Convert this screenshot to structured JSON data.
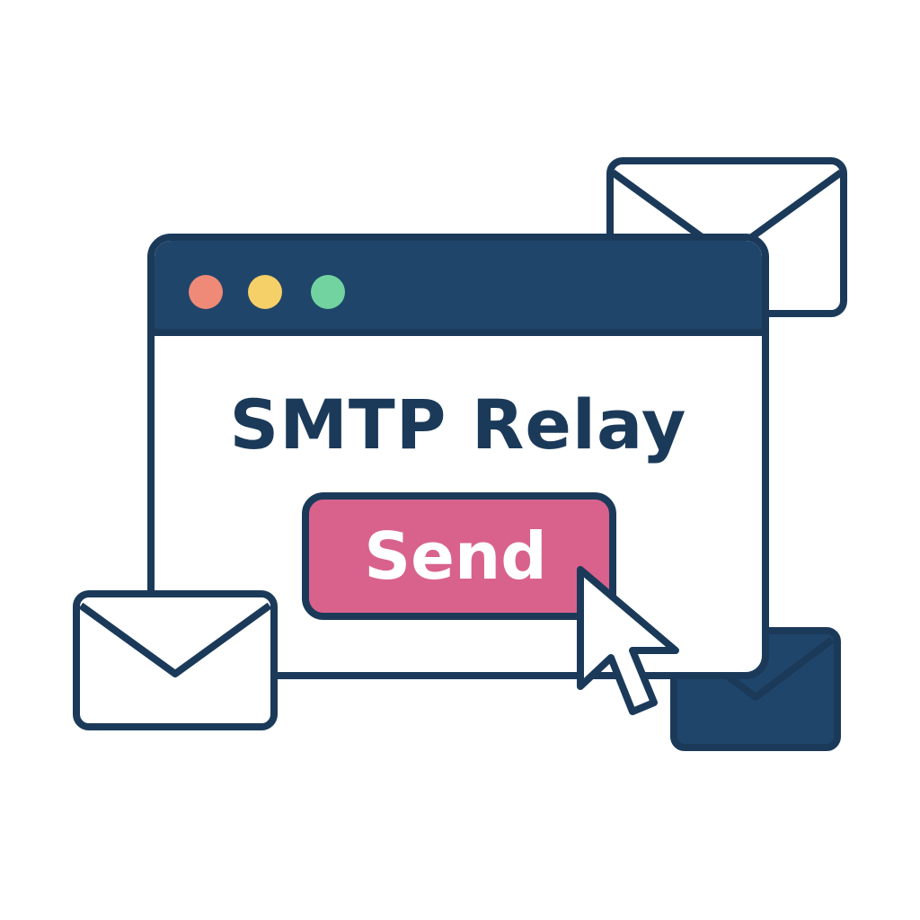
{
  "window": {
    "title": "SMTP Relay",
    "controls": [
      "close",
      "minimize",
      "maximize"
    ]
  },
  "button": {
    "label": "Send"
  },
  "icons": {
    "envelopes": [
      "envelope-outline-icon",
      "envelope-outline-icon",
      "envelope-filled-icon"
    ],
    "pointer": "mouse-pointer-icon"
  },
  "colors": {
    "navy": "#1b3a5a",
    "titlebar": "#20456a",
    "button": "#d9628d",
    "dot_red": "#ee8a77",
    "dot_yellow": "#f5cf67",
    "dot_green": "#72d3a0"
  }
}
